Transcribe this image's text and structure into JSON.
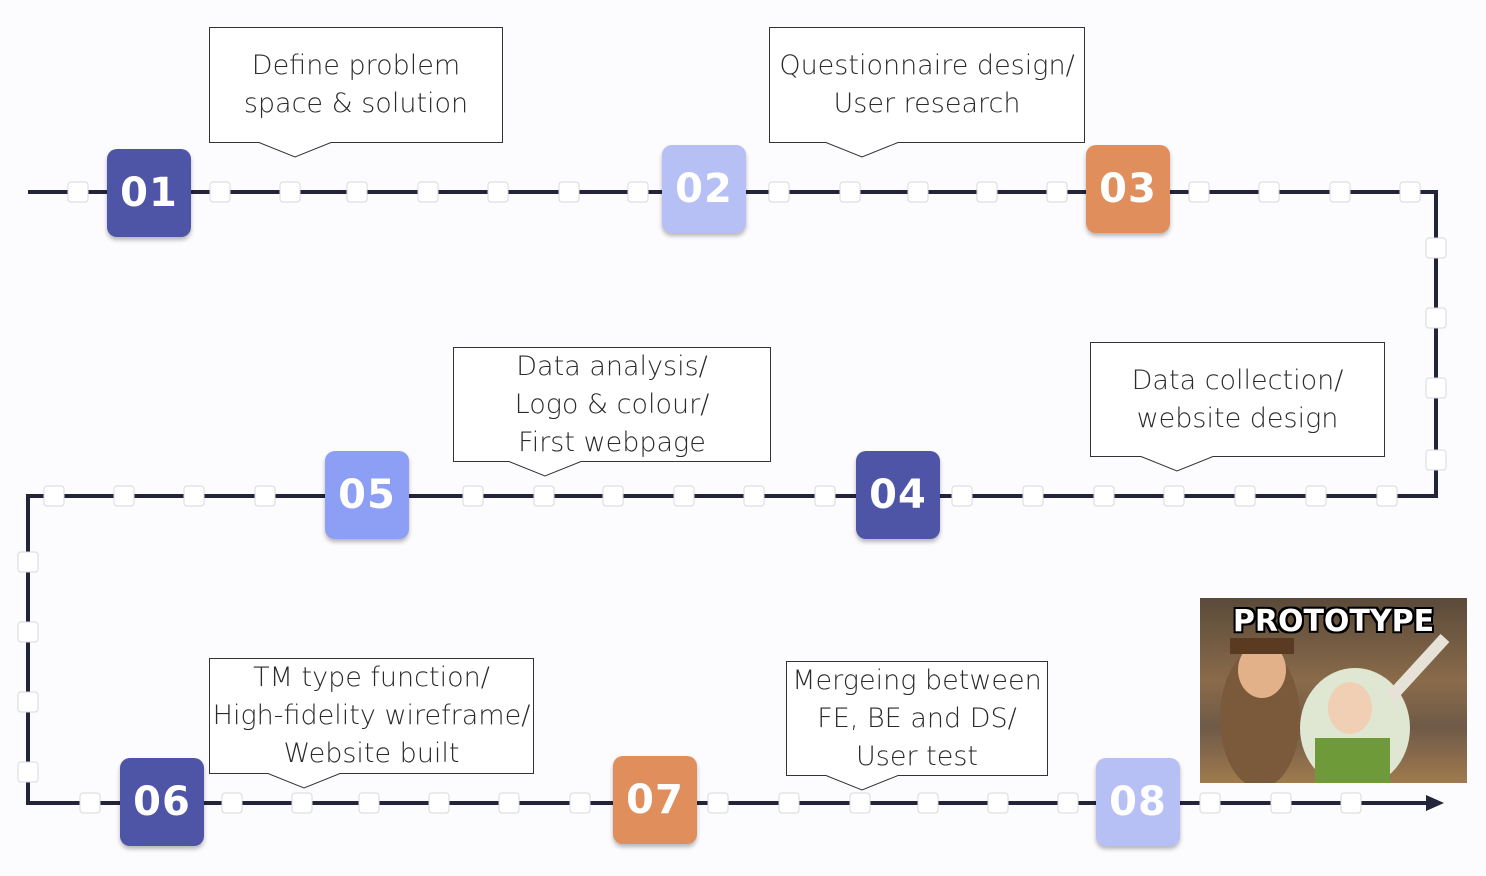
{
  "steps": [
    {
      "num": "01",
      "label_lines": [
        "Define problem",
        "space & solution"
      ],
      "color": "#4e55a6"
    },
    {
      "num": "02",
      "label_lines": [
        "Questionnaire design/",
        "User research"
      ],
      "color": "#b6c0f5"
    },
    {
      "num": "03",
      "label_lines": [],
      "color": "#e08f5c"
    },
    {
      "num": "04",
      "label_lines": [
        "Data collection/",
        "website design"
      ],
      "color": "#4e55a6"
    },
    {
      "num": "05",
      "label_lines": [
        "Data analysis/",
        "Logo & colour/",
        "First webpage"
      ],
      "color": "#8d9ff5"
    },
    {
      "num": "06",
      "label_lines": [
        "TM type function/",
        "High-fidelity wireframe/",
        "Website built"
      ],
      "color": "#4e55a6"
    },
    {
      "num": "07",
      "label_lines": [
        "Mergeing between",
        "FE, BE and DS/",
        "User test"
      ],
      "color": "#e08f5c"
    },
    {
      "num": "08",
      "label_lines": [],
      "color": "#b6c0f5"
    }
  ],
  "image": {
    "caption": "PROTOTYPE",
    "description_icon": "toy-story-meme-image"
  },
  "colors": {
    "line": "#23233a",
    "marker_fill": "#ffffff",
    "marker_stroke": "#d8d8dc",
    "callout_border": "#333333"
  }
}
